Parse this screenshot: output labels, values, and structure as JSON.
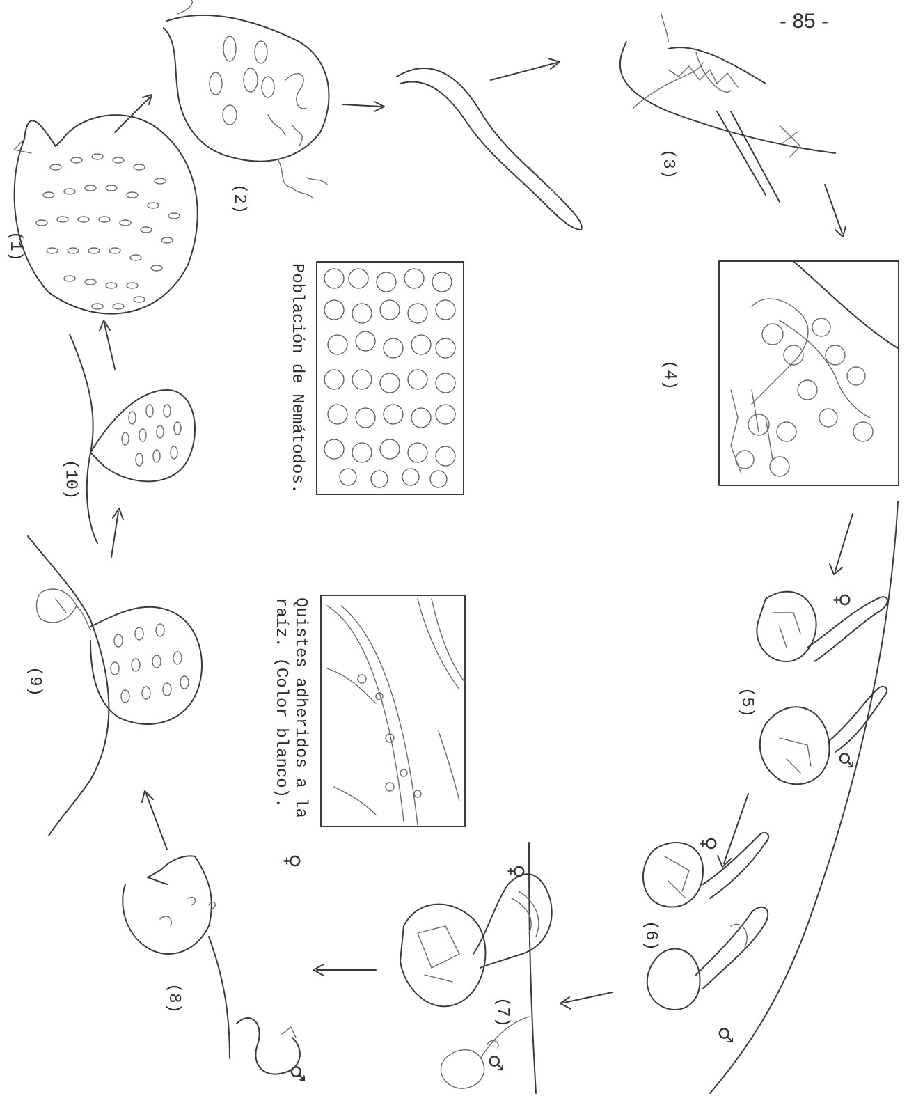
{
  "page_number": "- 85 -",
  "stages": {
    "s1": "(1)",
    "s2": "(2)",
    "s3": "(3)",
    "s4": "(4)",
    "s5": "(5)",
    "s6": "(6)",
    "s7": "(7)",
    "s8": "(8)",
    "s9": "(9)",
    "s10": "(10)"
  },
  "captions": {
    "population": "Población de Nemátodos.",
    "cysts_line1": "Quistes adheridos a la",
    "cysts_line2": "raíz. (Color blanco)."
  },
  "symbols": {
    "female": "♀",
    "male": "♂"
  }
}
